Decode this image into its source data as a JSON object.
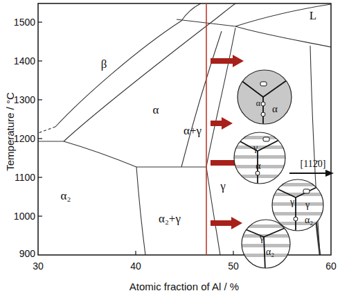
{
  "diagram": {
    "nodes": [
      {
        "text": [
          "α",
          "α"
        ]
      },
      {
        "text": [
          "γ",
          "α"
        ]
      },
      {
        "text": [
          "γ",
          "γ",
          "α₂"
        ]
      },
      {
        "text": [
          "γ",
          "α₂"
        ]
      }
    ],
    "labels": [
      "1500",
      "1400",
      "1300",
      "1200",
      "1100",
      "1000",
      "900",
      "30",
      "40",
      "50",
      "60",
      "Temperature / °C",
      "Atomic fraction of Al / %",
      "β",
      "α",
      "α+γ",
      "γ",
      "α₂",
      "α₂+γ",
      "L",
      "[112̄0]"
    ]
  }
}
